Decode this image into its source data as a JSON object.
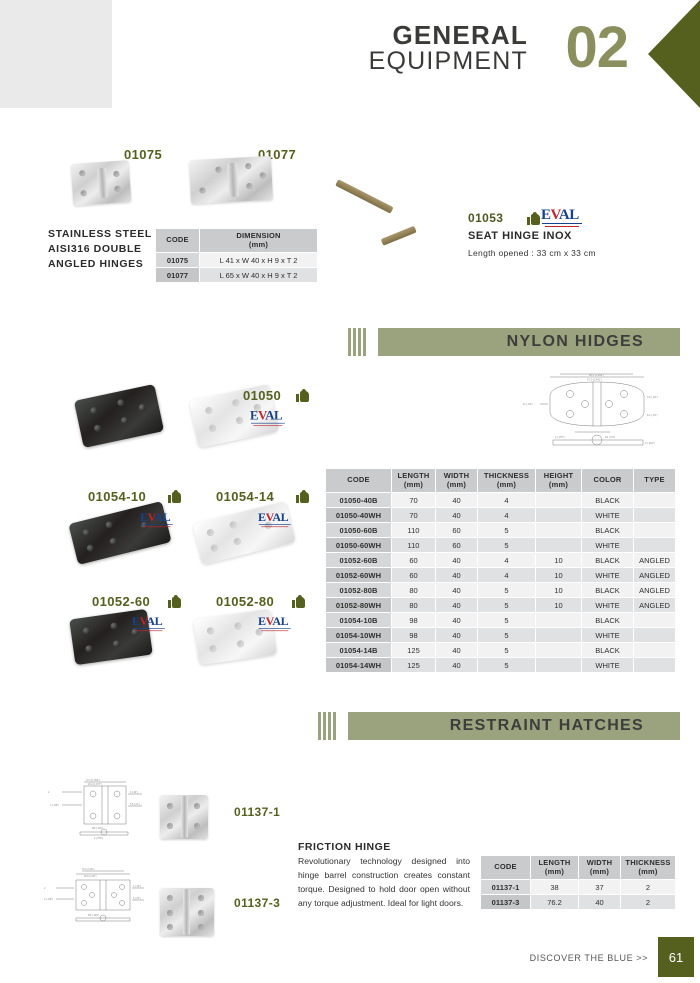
{
  "header": {
    "title_line1": "GENERAL",
    "title_line2": "EQUIPMENT",
    "chapter_number": "02"
  },
  "stainless_section": {
    "title": "STAINLESS STEEL AISI316 DOUBLE ANGLED HINGES",
    "product_codes": [
      "01075",
      "01077"
    ],
    "table": {
      "headers": [
        "CODE",
        "DIMENSION (mm)"
      ],
      "header_code": "CODE",
      "header_dimension_line1": "DIMENSION",
      "header_dimension_line2": "(mm)",
      "rows": [
        {
          "code": "01075",
          "dimension": "L 41 x W 40 x H 9 x T 2"
        },
        {
          "code": "01077",
          "dimension": "L 65 x W 40 x H 9 x T 2"
        }
      ]
    }
  },
  "seat_hinge": {
    "code": "01053",
    "title": "SEAT HINGE INOX",
    "description": "Length opened : 33 cm x 33 cm",
    "badge_thumbs_up": "thumbs-up-icon",
    "badge_brand": "EVAL"
  },
  "nylon_section": {
    "bar_label": "NYLON HIDGES",
    "product_codes": [
      "01050",
      "01054-10",
      "01054-14",
      "01052-60",
      "01052-80"
    ],
    "table": {
      "headers": [
        {
          "line1": "CODE",
          "line2": ""
        },
        {
          "line1": "LENGTH",
          "line2": "(mm)"
        },
        {
          "line1": "WIDTH",
          "line2": "(mm)"
        },
        {
          "line1": "THICKNESS",
          "line2": "(mm)"
        },
        {
          "line1": "HEIGHT",
          "line2": "(mm)"
        },
        {
          "line1": "COLOR",
          "line2": ""
        },
        {
          "line1": "TYPE",
          "line2": ""
        }
      ],
      "rows": [
        {
          "code": "01050-40B",
          "length": "70",
          "width": "40",
          "thickness": "4",
          "height": "",
          "color": "BLACK",
          "type": ""
        },
        {
          "code": "01050-40WH",
          "length": "70",
          "width": "40",
          "thickness": "4",
          "height": "",
          "color": "WHITE",
          "type": ""
        },
        {
          "code": "01050-60B",
          "length": "110",
          "width": "60",
          "thickness": "5",
          "height": "",
          "color": "BLACK",
          "type": ""
        },
        {
          "code": "01050-60WH",
          "length": "110",
          "width": "60",
          "thickness": "5",
          "height": "",
          "color": "WHITE",
          "type": ""
        },
        {
          "code": "01052-60B",
          "length": "60",
          "width": "40",
          "thickness": "4",
          "height": "10",
          "color": "BLACK",
          "type": "ANGLED"
        },
        {
          "code": "01052-60WH",
          "length": "60",
          "width": "40",
          "thickness": "4",
          "height": "10",
          "color": "WHITE",
          "type": "ANGLED"
        },
        {
          "code": "01052-80B",
          "length": "80",
          "width": "40",
          "thickness": "5",
          "height": "10",
          "color": "BLACK",
          "type": "ANGLED"
        },
        {
          "code": "01052-80WH",
          "length": "80",
          "width": "40",
          "thickness": "5",
          "height": "10",
          "color": "WHITE",
          "type": "ANGLED"
        },
        {
          "code": "01054-10B",
          "length": "98",
          "width": "40",
          "thickness": "5",
          "height": "",
          "color": "BLACK",
          "type": ""
        },
        {
          "code": "01054-10WH",
          "length": "98",
          "width": "40",
          "thickness": "5",
          "height": "",
          "color": "WHITE",
          "type": ""
        },
        {
          "code": "01054-14B",
          "length": "125",
          "width": "40",
          "thickness": "5",
          "height": "",
          "color": "BLACK",
          "type": ""
        },
        {
          "code": "01054-14WH",
          "length": "125",
          "width": "40",
          "thickness": "5",
          "height": "",
          "color": "WHITE",
          "type": ""
        }
      ]
    }
  },
  "restraint_section": {
    "bar_label": "RESTRAINT HATCHES",
    "product_codes": [
      "01137-1",
      "01137-3"
    ],
    "friction_hinge": {
      "title": "FRICTION HINGE",
      "body": "Revolutionary technology designed into hinge barrel construction creates constant torque. Designed to hold door open without any torque adjustment. Ideal for light doors."
    },
    "table": {
      "headers": [
        {
          "line1": "CODE",
          "line2": ""
        },
        {
          "line1": "LENGTH",
          "line2": "(mm)"
        },
        {
          "line1": "WIDTH",
          "line2": "(mm)"
        },
        {
          "line1": "THICKNESS",
          "line2": "(mm)"
        }
      ],
      "rows": [
        {
          "code": "01137-1",
          "length": "38",
          "width": "37",
          "thickness": "2"
        },
        {
          "code": "01137-3",
          "length": "76.2",
          "width": "40",
          "thickness": "2"
        }
      ]
    }
  },
  "footer": {
    "tagline": "DISCOVER THE BLUE >>",
    "page_number": "61"
  },
  "colors": {
    "olive_dark": "#55601f",
    "olive_mid": "#8b8f5e",
    "olive_bar": "#9ba37e",
    "gray_block": "#eaeaea",
    "table_header": "#c9cbcc"
  }
}
